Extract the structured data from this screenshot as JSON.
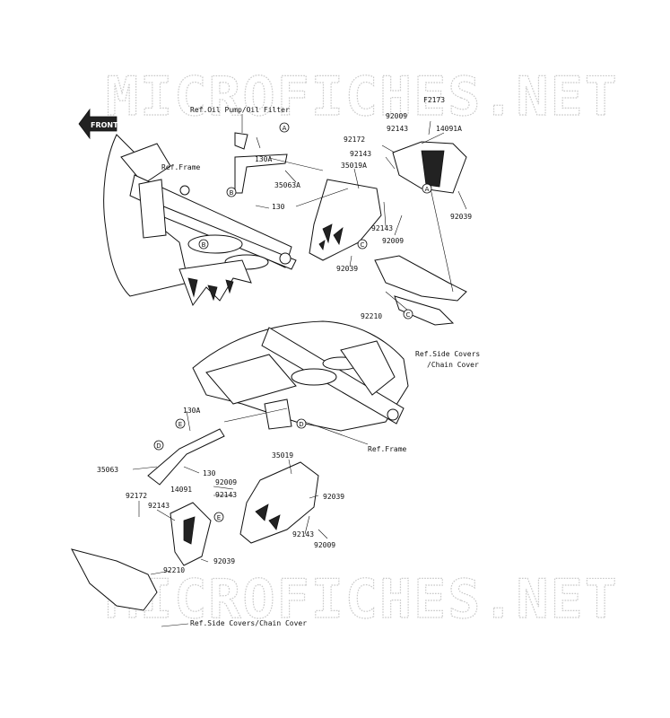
{
  "watermark": "MICROFICHES.NET",
  "front_arrow": "FRONT",
  "upper_assembly": {
    "ref_oil_pump": "Ref.Oil Pump/Oil Filter",
    "ref_frame": "Ref.Frame",
    "ref_side_covers": "Ref.Side Covers",
    "ref_chain_cover": "/Chain Cover",
    "parts": {
      "p130a": "130A",
      "p130": "130",
      "p35063a": "35063A",
      "p35019a": "35019A",
      "p92172": "92172",
      "p92143_a": "92143",
      "p92143_b": "92143",
      "p92009_a": "92009",
      "p92009_b": "92009",
      "pf2173": "F2173",
      "p92143_c": "92143",
      "p14091a": "14091A",
      "p92039_a": "92039",
      "p92039_b": "92039",
      "p92210": "92210"
    },
    "callouts": [
      "A",
      "B",
      "A",
      "B",
      "C",
      "C"
    ]
  },
  "lower_assembly": {
    "ref_frame": "Ref.Frame",
    "ref_side_covers": "Ref.Side Covers/Chain Cover",
    "parts": {
      "p130a": "130A",
      "p35063": "35063",
      "p130": "130",
      "p35019": "35019",
      "p92009_a": "92009",
      "p14091": "14091",
      "p92143_a": "92143",
      "p92172": "92172",
      "p92143_b": "92143",
      "p92039_a": "92039",
      "p92143_c": "92143",
      "p92009_b": "92009",
      "p92039_b": "92039",
      "p92210": "92210"
    },
    "callouts": [
      "E",
      "D",
      "D",
      "E"
    ]
  }
}
